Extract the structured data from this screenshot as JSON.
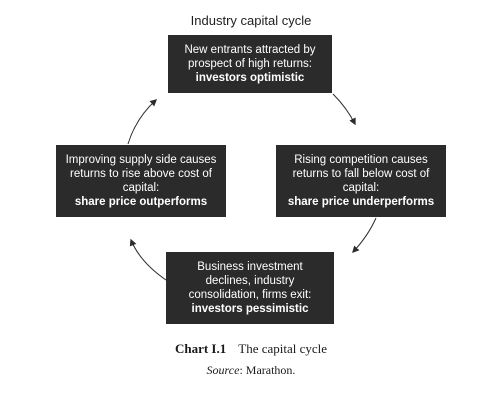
{
  "diagram": {
    "title": "Industry capital cycle",
    "nodes": {
      "top": {
        "lines": [
          "New entrants attracted by",
          "prospect of high returns:"
        ],
        "emphasis": "investors optimistic"
      },
      "right": {
        "lines": [
          "Rising competition causes",
          "returns to fall below cost of",
          "capital:"
        ],
        "emphasis": "share price underperforms"
      },
      "bottom": {
        "lines": [
          "Business investment",
          "declines, industry",
          "consolidation, firms exit:"
        ],
        "emphasis": "investors pessimistic"
      },
      "left": {
        "lines": [
          "Improving supply side causes",
          "returns to rise above cost of",
          "capital:"
        ],
        "emphasis": "share price outperforms"
      }
    },
    "flow": [
      "top",
      "right",
      "bottom",
      "left",
      "top"
    ],
    "colors": {
      "box_fill": "#2b2b2b",
      "box_text": "#ffffff",
      "arrow": "#2b2b2b"
    }
  },
  "caption": {
    "label": "Chart I.1",
    "text": "The capital cycle"
  },
  "source": {
    "label": "Source",
    "text": ": Marathon."
  }
}
